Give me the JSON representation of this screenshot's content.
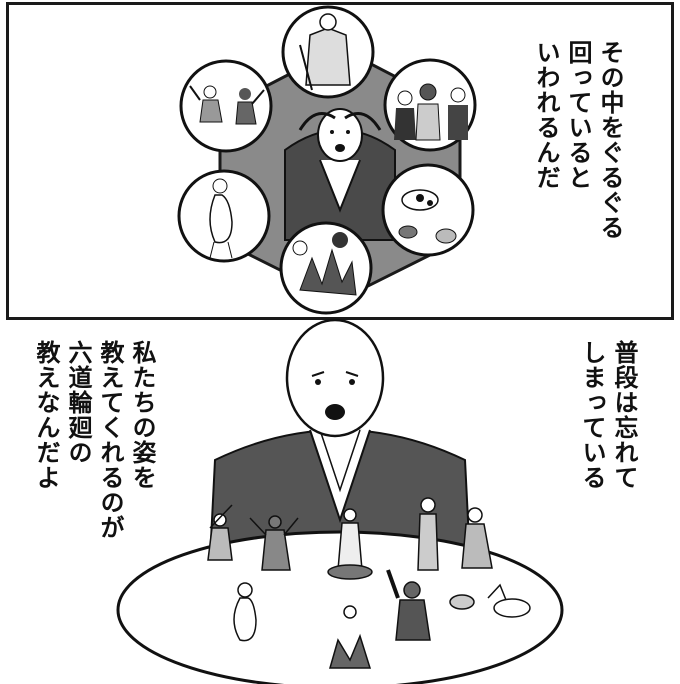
{
  "panel_top": {
    "caption_lines": [
      "その中をぐるぐる",
      "回っているといわれるんだ"
    ],
    "caption_col1": "その中をぐるぐる",
    "caption_col2": "回っていると",
    "caption_col3": "いわれるんだ"
  },
  "panel_bottom": {
    "caption_right_col1": "普段は忘れて",
    "caption_right_col2": "しまっている",
    "caption_left_col1": "私たちの姿を",
    "caption_left_col2": "教えてくれるのが",
    "caption_left_col3": "六道輪廻の",
    "caption_left_col4": "教えなんだよ"
  },
  "colors": {
    "ink": "#1a1a1a",
    "hex_fill": "#8a8a8a",
    "robe": "#555555",
    "table": "#ffffff"
  }
}
